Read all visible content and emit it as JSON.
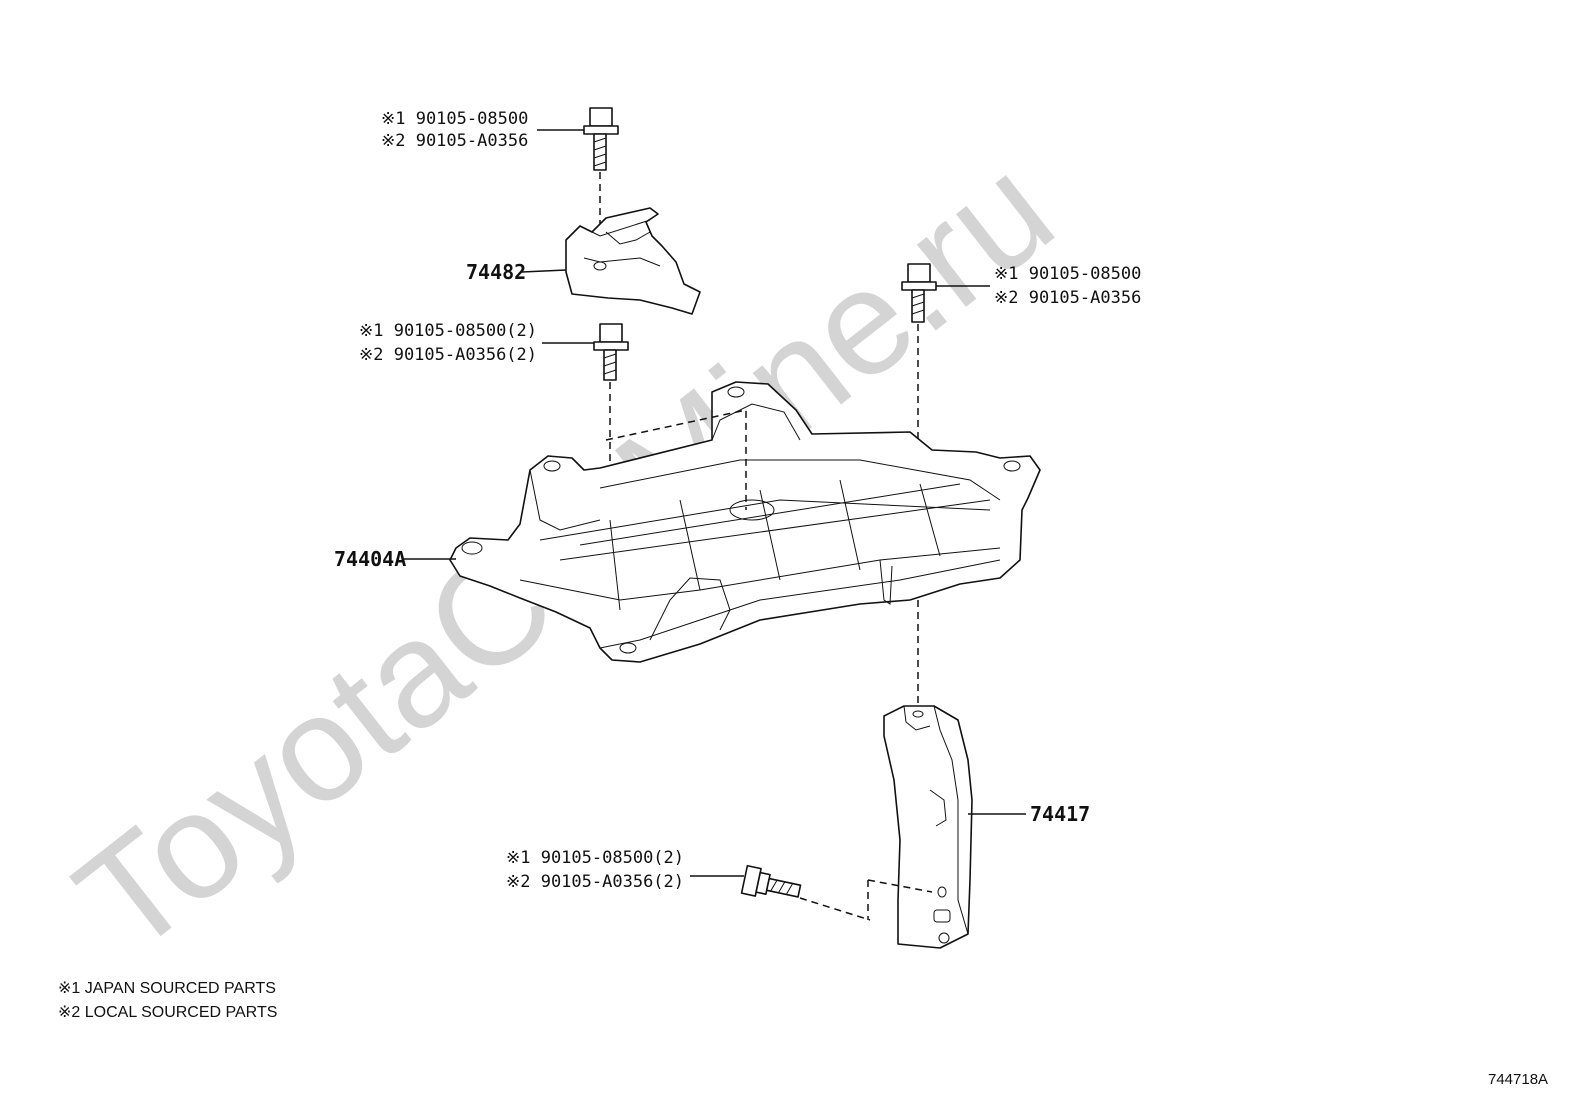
{
  "watermark": "ToyotaCarMine.ru",
  "callouts": {
    "top_bolt": {
      "line1": "※1 90105-08500",
      "line2": "※2 90105-A0356"
    },
    "mid_left_bolt": {
      "line1": "※1  90105-08500(2)",
      "line2": "※2  90105-A0356(2)"
    },
    "right_bolt": {
      "line1": "※1  90105-08500",
      "line2": "※2  90105-A0356"
    },
    "lower_bolt": {
      "line1": "※1  90105-08500(2)",
      "line2": "※2  90105-A0356(2)"
    }
  },
  "parts": {
    "bracket": "74482",
    "tray": "74404A",
    "stay": "74417"
  },
  "legend": {
    "note1": "※1 JAPAN SOURCED PARTS",
    "note2": "※2 LOCAL SOURCED PARTS"
  },
  "diagram_ref": "744718A"
}
